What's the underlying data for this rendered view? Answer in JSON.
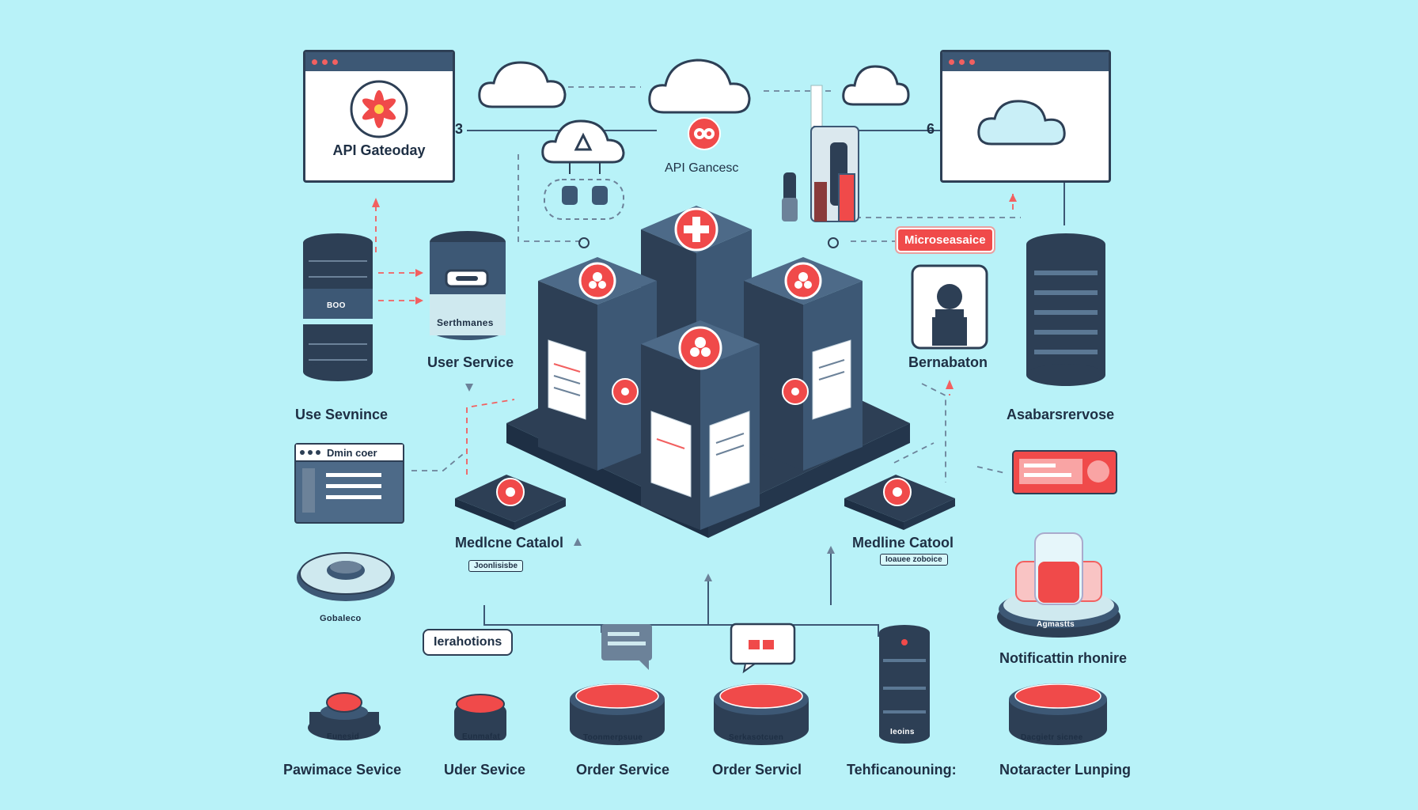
{
  "gateway_window": {
    "label": "API Gateoday"
  },
  "center_label": "API Gancesc",
  "side_numbers": {
    "left": "3",
    "right": "6"
  },
  "micro_tag": "Microseasaice",
  "db_left": {
    "tag": "BOO",
    "label": "Use Sevnince"
  },
  "db_service": {
    "tag": "Serthmanes",
    "label": "User Service"
  },
  "console": {
    "title": "Dmin coer"
  },
  "disc_left": {
    "label": "Gobaleco"
  },
  "bernabaton": {
    "label": "Bernabaton"
  },
  "db_right": {
    "label": "Asabarsrervose"
  },
  "catalog_left": {
    "label": "Medlcne Catalol",
    "tag": "Joonlisisbe"
  },
  "catalog_right": {
    "label": "Medline Catool",
    "tag": "Ioauee zoboice"
  },
  "flask": {
    "tag": "Agmastts",
    "label": "Notificattin rhonire"
  },
  "interactions": {
    "label": "Ierahotions"
  },
  "bottom": [
    {
      "tag": "Eunesid",
      "label": "Pawimace Sevice"
    },
    {
      "tag": "Eunmafat",
      "label": "Uder Sevice"
    },
    {
      "tag": "Toonmerpsuue",
      "label": "Order Service"
    },
    {
      "tag": "Serkasotcuen",
      "label": "Order Servicl"
    },
    {
      "tag": "Ieoins",
      "label": "Tehficanouning:"
    },
    {
      "tag": "Dacgietr sicnee",
      "label": "Notaracter Lunping"
    }
  ],
  "colors": {
    "background": "#b8f2f8",
    "navy": "#2d3f55",
    "accent": "#f04a4a"
  }
}
